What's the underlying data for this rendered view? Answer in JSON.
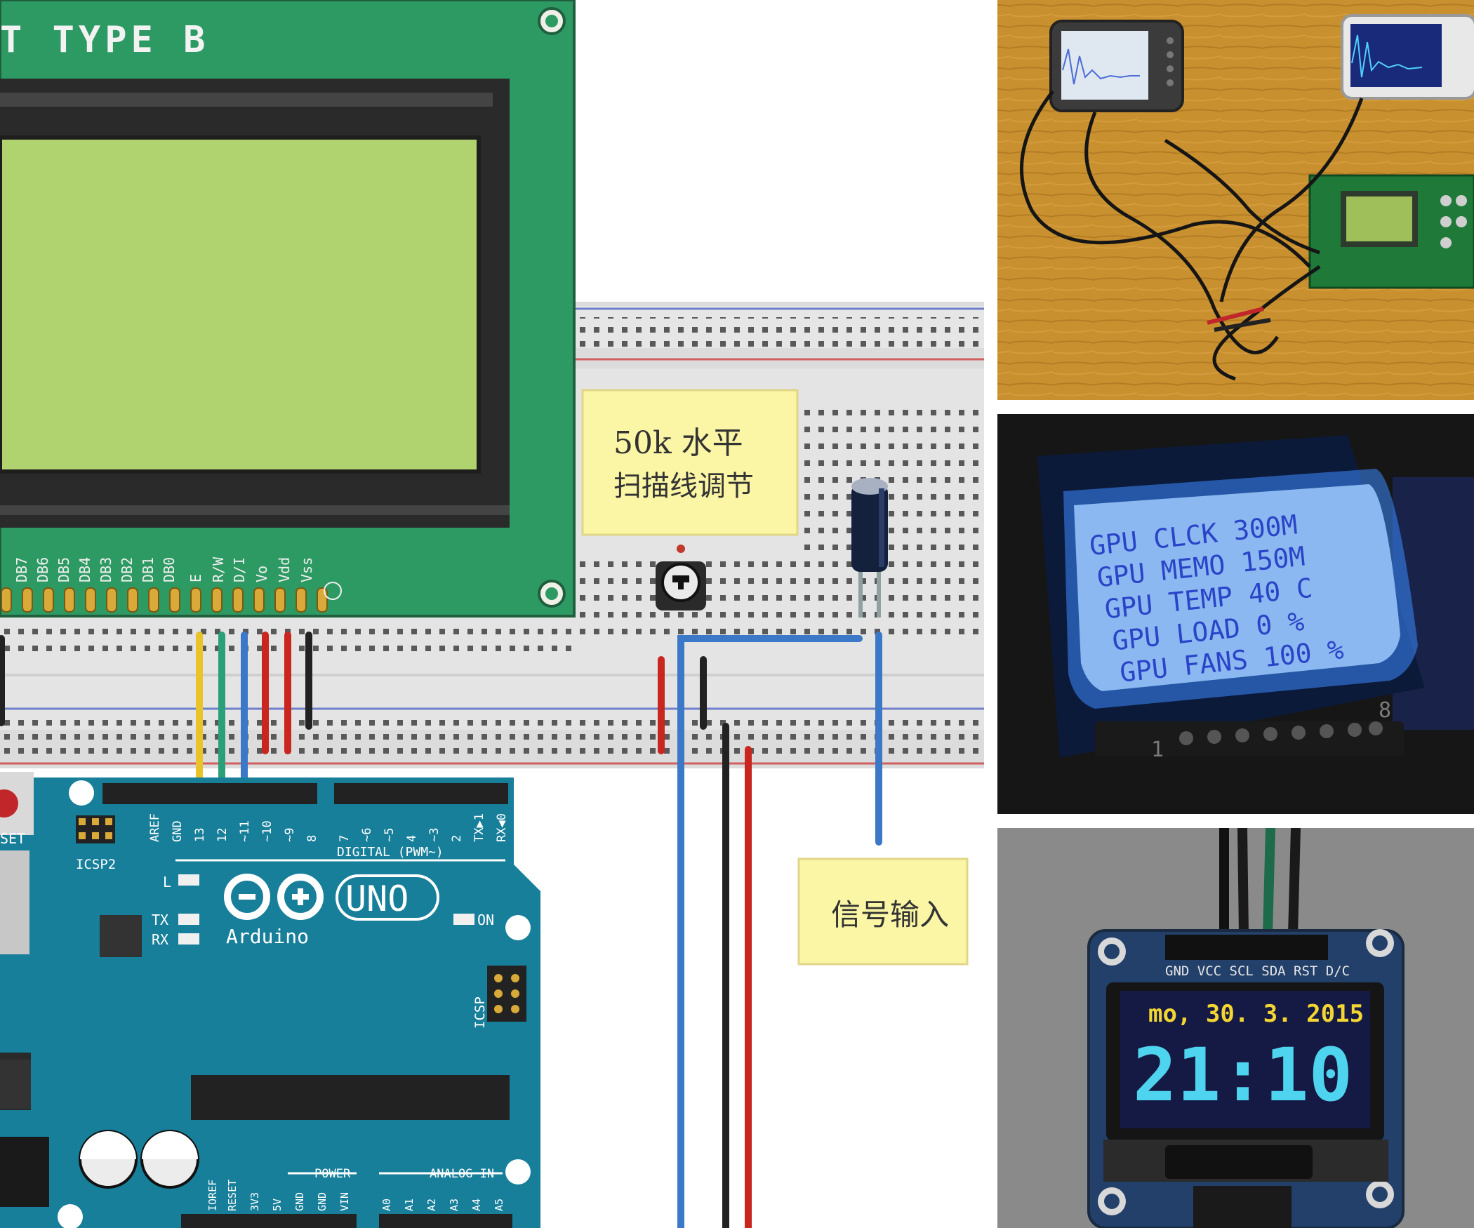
{
  "left_diagram": {
    "lcd_title": "T TYPE B",
    "lcd_pins": [
      "DB7",
      "DB6",
      "DB5",
      "DB4",
      "DB3",
      "DB2",
      "DB1",
      "DB0",
      "E",
      "R/W",
      "D/I",
      "Vo",
      "Vdd",
      "Vss"
    ],
    "pot_label": {
      "line1": "50k    水平",
      "line2": "扫描线调节"
    },
    "signal_label": "信号输入",
    "arduino": {
      "logo": "Arduino",
      "model": "UNO",
      "reset_label": "SET",
      "icsp2": "ICSP2",
      "icsp": "ICSP",
      "digital_header": "DIGITAL (PWM~)",
      "digital_pins": [
        "AREF",
        "GND",
        "13",
        "12",
        "~11",
        "~10",
        "~9",
        "8",
        "7",
        "~6",
        "~5",
        "4",
        "~3",
        "2",
        "TX▶1",
        "RX◀0"
      ],
      "led_l": "L",
      "led_tx": "TX",
      "led_rx": "RX",
      "led_on": "ON",
      "power_header": "POWER",
      "power_pins": [
        "IOREF",
        "RESET",
        "3V3",
        "5V",
        "GND",
        "GND",
        "VIN"
      ],
      "analog_header": "ANALOG IN",
      "analog_pins": [
        "A0",
        "A1",
        "A2",
        "A3",
        "A4",
        "A5"
      ]
    }
  },
  "photo_nokia": {
    "lines": [
      "GPU CLCK 300M",
      "GPU MEMO 150M",
      "GPU TEMP 40 C",
      "GPU LOAD 0 %",
      "GPU FANS 100 %"
    ],
    "pin1": "1",
    "pin8": "8"
  },
  "photo_oled": {
    "header_pins": "GND VCC SCL SDA RST D/C",
    "date": "mo,  30. 3. 2015",
    "time": "21:10"
  }
}
